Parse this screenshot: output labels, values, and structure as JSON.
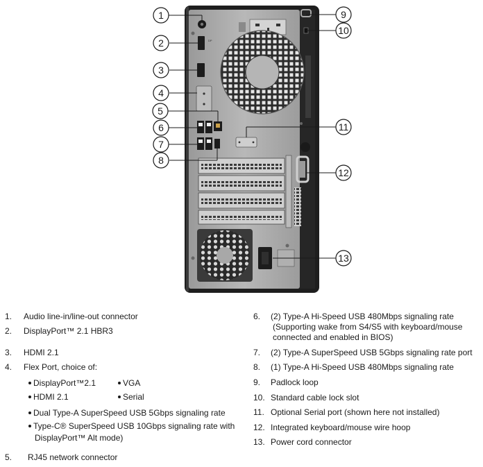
{
  "callouts": [
    "1",
    "2",
    "3",
    "4",
    "5",
    "6",
    "7",
    "8",
    "9",
    "10",
    "11",
    "12",
    "13"
  ],
  "legend": {
    "left": [
      {
        "num": "1.",
        "text": "Audio line-in/line-out connector"
      },
      {
        "num": "2.",
        "text": "DisplayPort™ 2.1 HBR3"
      },
      {
        "num": "3.",
        "text": "HDMI 2.1"
      },
      {
        "num": "4.",
        "text": "Flex Port, choice of:"
      },
      {
        "num": "5.",
        "text": "RJ45 network connector"
      }
    ],
    "flex_options": {
      "col1": [
        "DisplayPort™2.1",
        "HDMI 2.1"
      ],
      "col2": [
        "VGA",
        "Serial"
      ],
      "wide1": "Dual Type-A SuperSpeed USB 5Gbps signaling rate",
      "wide2_line1": "Type-C® SuperSpeed USB 10Gbps signaling rate with",
      "wide2_line2": "DisplayPort™ Alt mode)"
    },
    "right": [
      {
        "num": "6.",
        "lines": [
          "(2) Type-A Hi-Speed USB 480Mbps signaling rate",
          "(Supporting wake from S4/S5 with keyboard/mouse",
          "connected and enabled in BIOS)"
        ]
      },
      {
        "num": "7.",
        "lines": [
          "(2) Type-A SuperSpeed USB 5Gbps signaling rate port"
        ]
      },
      {
        "num": "8.",
        "lines": [
          "(1) Type-A Hi-Speed USB 480Mbps signaling rate"
        ]
      },
      {
        "num": "9.",
        "lines": [
          "Padlock loop"
        ]
      },
      {
        "num": "10.",
        "lines": [
          "Standard cable lock slot"
        ]
      },
      {
        "num": "11.",
        "lines": [
          "Optional Serial port (shown here not installed)"
        ]
      },
      {
        "num": "12.",
        "lines": [
          "Integrated keyboard/mouse wire hoop"
        ]
      },
      {
        "num": "13.",
        "lines": [
          "Power cord connector"
        ]
      }
    ]
  }
}
